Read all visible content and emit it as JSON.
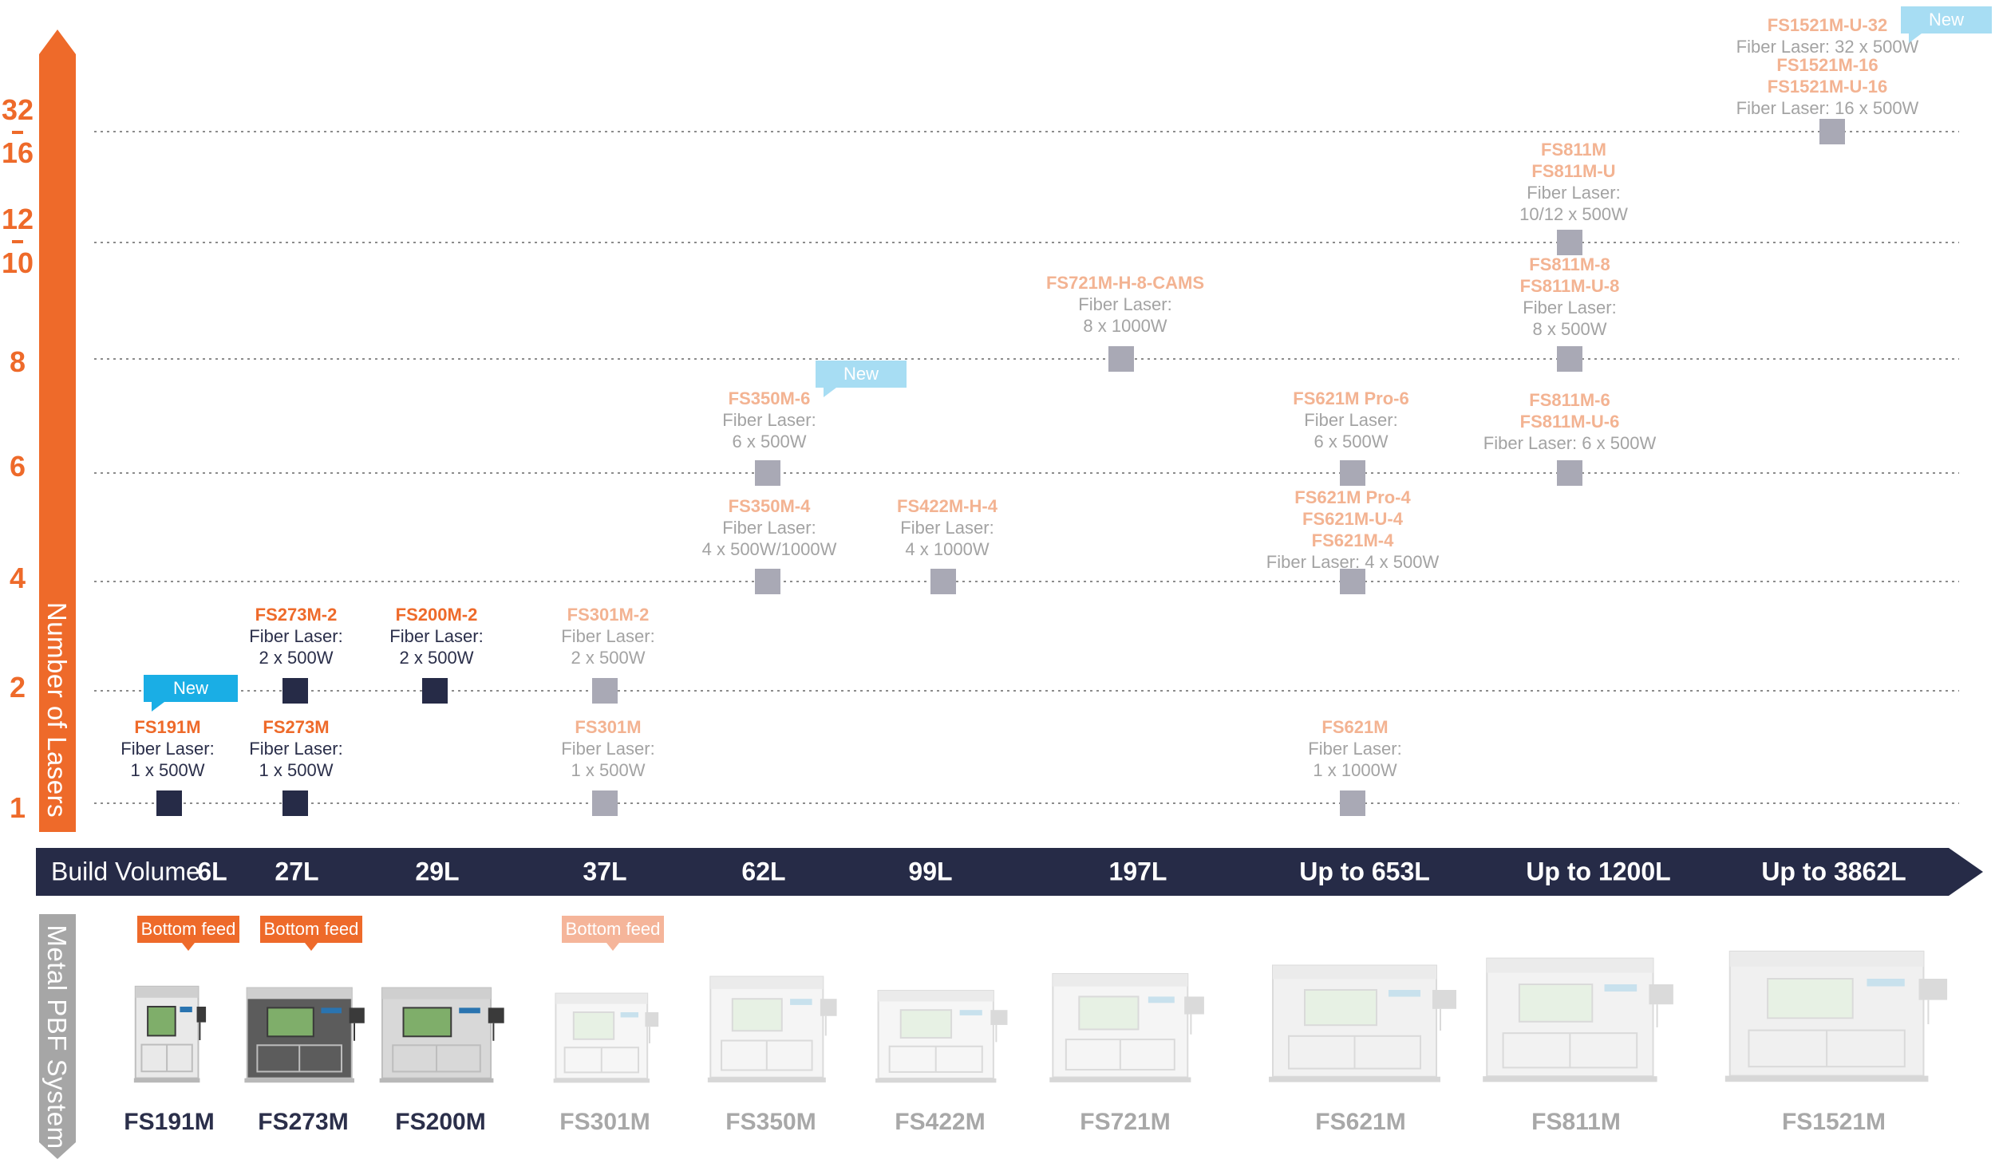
{
  "axes": {
    "y_title": "Number of Lasers",
    "x_title": "Build Volume",
    "bottom_title": "Metal PBF System",
    "y_ticks": [
      {
        "text": "32",
        "sep_after": true
      },
      {
        "text": "16"
      },
      {
        "text": "12",
        "sep_after": true
      },
      {
        "text": "10"
      },
      {
        "text": "8"
      },
      {
        "text": "6"
      },
      {
        "text": "4"
      },
      {
        "text": "2"
      },
      {
        "text": "1"
      }
    ]
  },
  "build_volumes": [
    "6L",
    "27L",
    "29L",
    "37L",
    "62L",
    "99L",
    "197L",
    "Up to 653L",
    "Up to 1200L",
    "Up to 3862L"
  ],
  "chart_data": {
    "type": "scatter",
    "title": "",
    "xlabel": "Build Volume",
    "ylabel": "Number of Lasers",
    "categories": [
      "6L",
      "27L",
      "29L",
      "37L",
      "62L",
      "99L",
      "197L",
      "Up to 653L",
      "Up to 1200L",
      "Up to 3862L"
    ],
    "y_levels": [
      "1",
      "2",
      "4",
      "6",
      "8",
      "10-12",
      "16-32"
    ],
    "points": [
      {
        "x": "6L",
        "y": "1",
        "status": "active"
      },
      {
        "x": "27L",
        "y": "1",
        "status": "active"
      },
      {
        "x": "27L",
        "y": "2",
        "status": "active"
      },
      {
        "x": "29L",
        "y": "2",
        "status": "active"
      },
      {
        "x": "37L",
        "y": "1",
        "status": "dim"
      },
      {
        "x": "37L",
        "y": "2",
        "status": "dim"
      },
      {
        "x": "62L",
        "y": "4",
        "status": "dim"
      },
      {
        "x": "62L",
        "y": "6",
        "status": "dim"
      },
      {
        "x": "99L",
        "y": "4",
        "status": "dim"
      },
      {
        "x": "197L",
        "y": "8",
        "status": "dim"
      },
      {
        "x": "Up to 653L",
        "y": "1",
        "status": "dim"
      },
      {
        "x": "Up to 653L",
        "y": "4",
        "status": "dim"
      },
      {
        "x": "Up to 653L",
        "y": "6",
        "status": "dim"
      },
      {
        "x": "Up to 1200L",
        "y": "6",
        "status": "dim"
      },
      {
        "x": "Up to 1200L",
        "y": "8",
        "status": "dim"
      },
      {
        "x": "Up to 1200L",
        "y": "10-12",
        "status": "dim"
      },
      {
        "x": "Up to 3862L",
        "y": "16-32",
        "status": "dim"
      }
    ]
  },
  "labels": [
    {
      "tone": "active",
      "names": [
        "FS191M"
      ],
      "specs": [
        "Fiber Laser:",
        "1 x 500W"
      ]
    },
    {
      "tone": "active",
      "names": [
        "FS273M"
      ],
      "specs": [
        "Fiber Laser:",
        "1 x 500W"
      ]
    },
    {
      "tone": "active",
      "names": [
        "FS273M-2"
      ],
      "specs": [
        "Fiber Laser:",
        "2 x 500W"
      ]
    },
    {
      "tone": "active",
      "names": [
        "FS200M-2"
      ],
      "specs": [
        "Fiber Laser:",
        "2 x 500W"
      ]
    },
    {
      "tone": "dim",
      "names": [
        "FS301M"
      ],
      "specs": [
        "Fiber Laser:",
        "1 x 500W"
      ]
    },
    {
      "tone": "dim",
      "names": [
        "FS301M-2"
      ],
      "specs": [
        "Fiber Laser:",
        "2 x 500W"
      ]
    },
    {
      "tone": "dim",
      "names": [
        "FS350M-4"
      ],
      "specs": [
        "Fiber Laser:",
        "4 x 500W/1000W"
      ]
    },
    {
      "tone": "dim",
      "names": [
        "FS350M-6"
      ],
      "specs": [
        "Fiber Laser:",
        "6 x 500W"
      ]
    },
    {
      "tone": "dim",
      "names": [
        "FS422M-H-4"
      ],
      "specs": [
        "Fiber Laser:",
        "4 x 1000W"
      ]
    },
    {
      "tone": "dim",
      "names": [
        "FS721M-H-8-CAMS"
      ],
      "specs": [
        "Fiber Laser:",
        "8 x 1000W"
      ]
    },
    {
      "tone": "dim",
      "names": [
        "FS621M"
      ],
      "specs": [
        "Fiber Laser:",
        "1 x 1000W"
      ]
    },
    {
      "tone": "dim",
      "names": [
        "FS621M Pro-4",
        "FS621M-U-4",
        "FS621M-4"
      ],
      "specs": [
        "Fiber Laser: 4 x 500W"
      ]
    },
    {
      "tone": "dim",
      "names": [
        "FS621M Pro-6"
      ],
      "specs": [
        "Fiber Laser:",
        "6 x 500W"
      ]
    },
    {
      "tone": "dim",
      "names": [
        "FS811M-6",
        "FS811M-U-6"
      ],
      "specs": [
        "Fiber Laser: 6 x 500W"
      ]
    },
    {
      "tone": "dim",
      "names": [
        "FS811M-8",
        "FS811M-U-8"
      ],
      "specs": [
        "Fiber Laser:",
        "8 x 500W"
      ]
    },
    {
      "tone": "dim",
      "names": [
        "FS811M",
        "FS811M-U"
      ],
      "specs": [
        "Fiber Laser:",
        "10/12 x 500W"
      ]
    },
    {
      "tone": "dim",
      "names": [
        "FS1521M-U-32"
      ],
      "specs": [
        "Fiber Laser: 32 x 500W"
      ]
    },
    {
      "tone": "dim",
      "names": [
        "FS1521M-16",
        "FS1521M-U-16"
      ],
      "specs": [
        "Fiber Laser: 16 x 500W"
      ]
    }
  ],
  "badges": [
    {
      "text": "New",
      "kind": "new",
      "tone": "active"
    },
    {
      "text": "New",
      "kind": "new",
      "tone": "dim"
    },
    {
      "text": "New",
      "kind": "new",
      "tone": "dim"
    },
    {
      "text": "Bottom feed",
      "kind": "feed",
      "tone": "active"
    },
    {
      "text": "Bottom feed",
      "kind": "feed",
      "tone": "active"
    },
    {
      "text": "Bottom feed",
      "kind": "feed",
      "tone": "dim"
    }
  ],
  "machines": [
    {
      "name": "FS191M",
      "tone": "active",
      "body": "#e9e9e9"
    },
    {
      "name": "FS273M",
      "tone": "active",
      "body": "#5c5c5c"
    },
    {
      "name": "FS200M",
      "tone": "active",
      "body": "#d8d8d8"
    },
    {
      "name": "FS301M",
      "tone": "dim",
      "body": "#efefef"
    },
    {
      "name": "FS350M",
      "tone": "dim",
      "body": "#eeeeee"
    },
    {
      "name": "FS422M",
      "tone": "dim",
      "body": "#efefef"
    },
    {
      "name": "FS721M",
      "tone": "dim",
      "body": "#eeeeee"
    },
    {
      "name": "FS621M",
      "tone": "dim",
      "body": "#e6e6e6"
    },
    {
      "name": "FS811M",
      "tone": "dim",
      "body": "#e8e8e8"
    },
    {
      "name": "FS1521M",
      "tone": "dim",
      "body": "#e4e4e4"
    }
  ],
  "colors": {
    "orange": "#ee6a2a",
    "orange_dim": "#f3b392",
    "navy": "#262b47",
    "gray_arrow": "#a6a6a6",
    "marker_active": "#262b47",
    "marker_dim": "#a9a9b5",
    "new_blue": "#1aaee5",
    "grid": "#8c8c8c"
  }
}
